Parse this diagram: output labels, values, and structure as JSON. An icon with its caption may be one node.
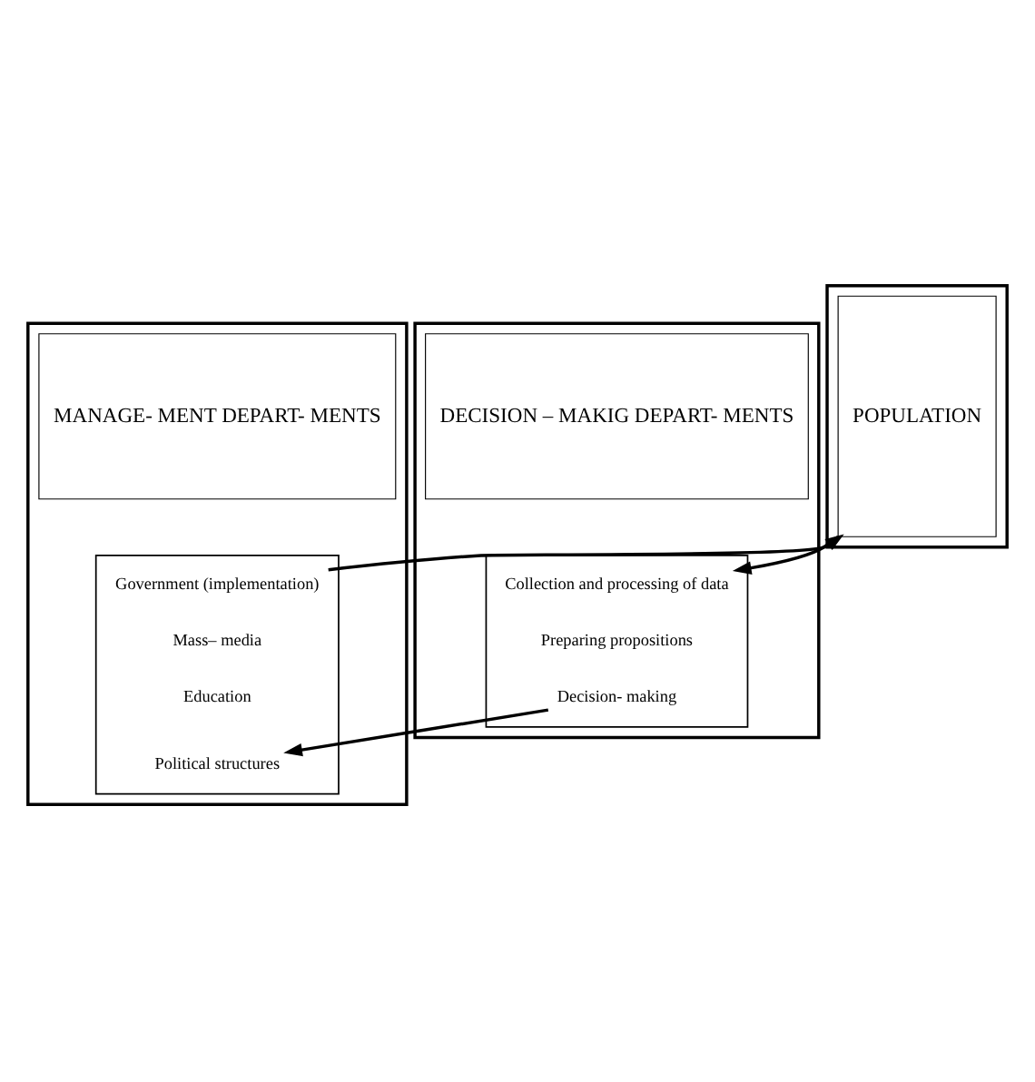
{
  "diagram": {
    "nodes": [
      {
        "text": [],
        "shape": "box"
      },
      {
        "text": [
          "MANAGE- MENT DEPART- MENTS"
        ],
        "in": 0
      },
      {
        "text": [],
        "shape": "box",
        "in": 0
      },
      {
        "text": [
          "Government (implementation)"
        ],
        "in": 2
      },
      {
        "text": [
          "Mass– media"
        ],
        "in": 2
      },
      {
        "text": [
          "Education"
        ],
        "in": 2
      },
      {
        "text": [
          "Political structures"
        ],
        "in": 2
      },
      {
        "text": [],
        "shape": "box"
      },
      {
        "text": [
          "POPULATION"
        ],
        "in": 7
      },
      {
        "text": [],
        "shape": "box"
      },
      {
        "text": [
          "DECISION – MAKIG DEPART- MENTS"
        ],
        "in": 9
      },
      {
        "text": [],
        "shape": "box",
        "in": 9
      },
      {
        "text": [
          "Collection and processing of data"
        ],
        "in": 11
      },
      {
        "text": [
          "Preparing propositions"
        ],
        "in": 11
      },
      {
        "text": [
          "Decision- making"
        ],
        "in": 11
      }
    ],
    "edges": [
      {
        "from": 3,
        "to": 8,
        "arrow": "to"
      },
      {
        "from": 8,
        "to": 12,
        "arrow": "to"
      },
      {
        "from": 14,
        "to": 6,
        "arrow": "to"
      }
    ]
  }
}
